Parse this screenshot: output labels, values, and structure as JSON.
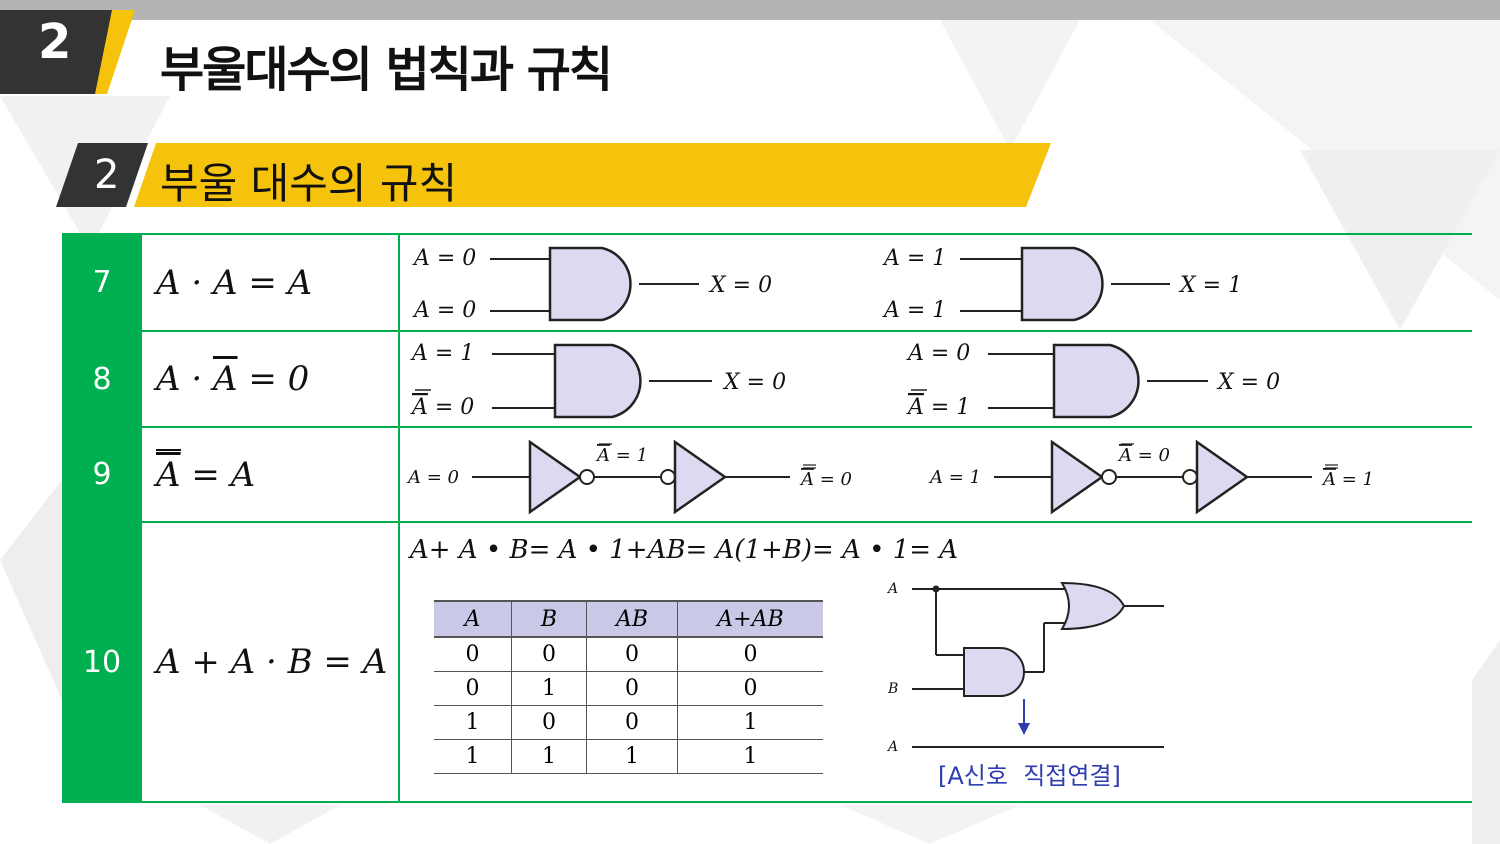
{
  "header": {
    "section_number": "2",
    "title": "부울대수의 법칙과 규칙"
  },
  "subheader": {
    "number": "2",
    "title": "부울 대수의 규칙"
  },
  "colors": {
    "accent_yellow": "#f5c30c",
    "dark": "#333333",
    "green": "#00b050",
    "gate_fill": "#dcdaf0"
  },
  "rules": [
    {
      "number": "7",
      "formula": "A · A = A",
      "cases": [
        {
          "in1": "A = 0",
          "in2": "A = 0",
          "out": "X = 0"
        },
        {
          "in1": "A = 1",
          "in2": "A = 1",
          "out": "X = 1"
        }
      ]
    },
    {
      "number": "8",
      "formula_a": "A · ",
      "formula_bar": "A",
      "formula_b": " = 0",
      "cases": [
        {
          "in1": "A = 1",
          "in2_bar": "A",
          "in2_rest": " = 0",
          "out": "X = 0"
        },
        {
          "in1": "A = 0",
          "in2_bar": "A",
          "in2_rest": " = 1",
          "out": "X = 0"
        }
      ]
    },
    {
      "number": "9",
      "formula_bar": "A",
      "formula_rest": " = A",
      "cases": [
        {
          "in": "A = 0",
          "mid_bar": "A",
          "mid_rest": " = 1",
          "out_bar": "A",
          "out_rest": " = 0"
        },
        {
          "in": "A = 1",
          "mid_bar": "A",
          "mid_rest": " = 0",
          "out_bar": "A",
          "out_rest": " = 1"
        }
      ]
    },
    {
      "number": "10",
      "formula": "A + A · B = A",
      "equation": "A+ A • B= A • 1+AB= A(1+B)= A • 1= A",
      "truth_table": {
        "headers": [
          "A",
          "B",
          "AB",
          "A+AB"
        ],
        "rows": [
          [
            "0",
            "0",
            "0",
            "0"
          ],
          [
            "0",
            "1",
            "0",
            "0"
          ],
          [
            "1",
            "0",
            "0",
            "1"
          ],
          [
            "1",
            "1",
            "1",
            "1"
          ]
        ]
      },
      "circuit_labels": {
        "a": "A",
        "b": "B",
        "a_out": "A"
      },
      "caption": "[A신호  직접연결]"
    }
  ]
}
